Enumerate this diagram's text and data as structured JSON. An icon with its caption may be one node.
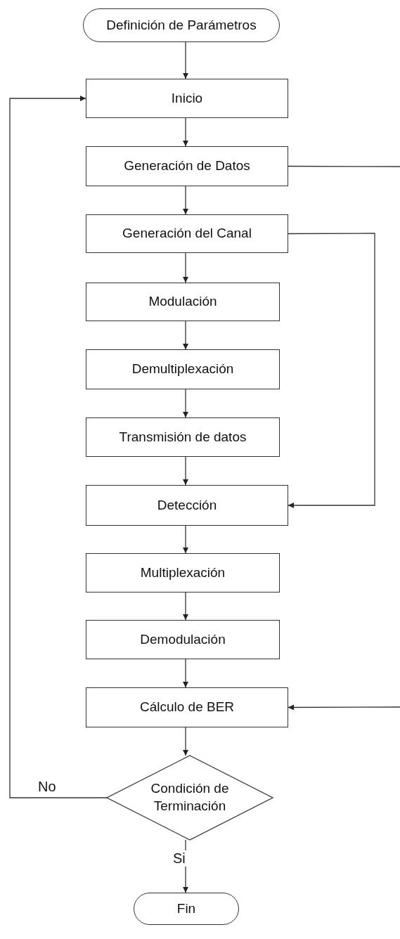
{
  "diagram": {
    "nodes": [
      {
        "text": [
          "Definición de Parámetros"
        ]
      },
      {
        "text": [
          "Inicio"
        ]
      },
      {
        "text": [
          "Generación de Datos"
        ]
      },
      {
        "text": [
          "Generación del Canal"
        ]
      },
      {
        "text": [
          "Modulación"
        ]
      },
      {
        "text": [
          "Demultiplexación"
        ]
      },
      {
        "text": [
          "Transmisión de datos"
        ]
      },
      {
        "text": [
          "Detección"
        ]
      },
      {
        "text": [
          "Multiplexación"
        ]
      },
      {
        "text": [
          "Demodulación"
        ]
      },
      {
        "text": [
          "Cálculo de BER"
        ]
      },
      {
        "text": [
          "Condición de Terminación"
        ]
      },
      {
        "text": [
          "Fin"
        ]
      }
    ],
    "edges": [
      {
        "from": 0,
        "to": 1,
        "arrow": "to"
      },
      {
        "from": 1,
        "to": 2,
        "arrow": "to"
      },
      {
        "from": 2,
        "to": 3,
        "arrow": "to"
      },
      {
        "from": 3,
        "to": 4,
        "arrow": "to"
      },
      {
        "from": 4,
        "to": 5,
        "arrow": "to"
      },
      {
        "from": 5,
        "to": 6,
        "arrow": "to"
      },
      {
        "from": 6,
        "to": 7,
        "arrow": "to"
      },
      {
        "from": 7,
        "to": 8,
        "arrow": "to"
      },
      {
        "from": 8,
        "to": 9,
        "arrow": "to"
      },
      {
        "from": 9,
        "to": 10,
        "arrow": "to"
      },
      {
        "from": 10,
        "to": 11,
        "arrow": "to"
      },
      {
        "from": 11,
        "to": 12,
        "arrow": "to",
        "label": "Si"
      },
      {
        "from": 11,
        "to": 1,
        "arrow": "to",
        "label": "No"
      },
      {
        "from": 2,
        "to": null,
        "arrow": "none"
      },
      {
        "from": 3,
        "to": 7,
        "arrow": "to"
      },
      {
        "from": null,
        "to": 10,
        "arrow": "to"
      }
    ]
  }
}
